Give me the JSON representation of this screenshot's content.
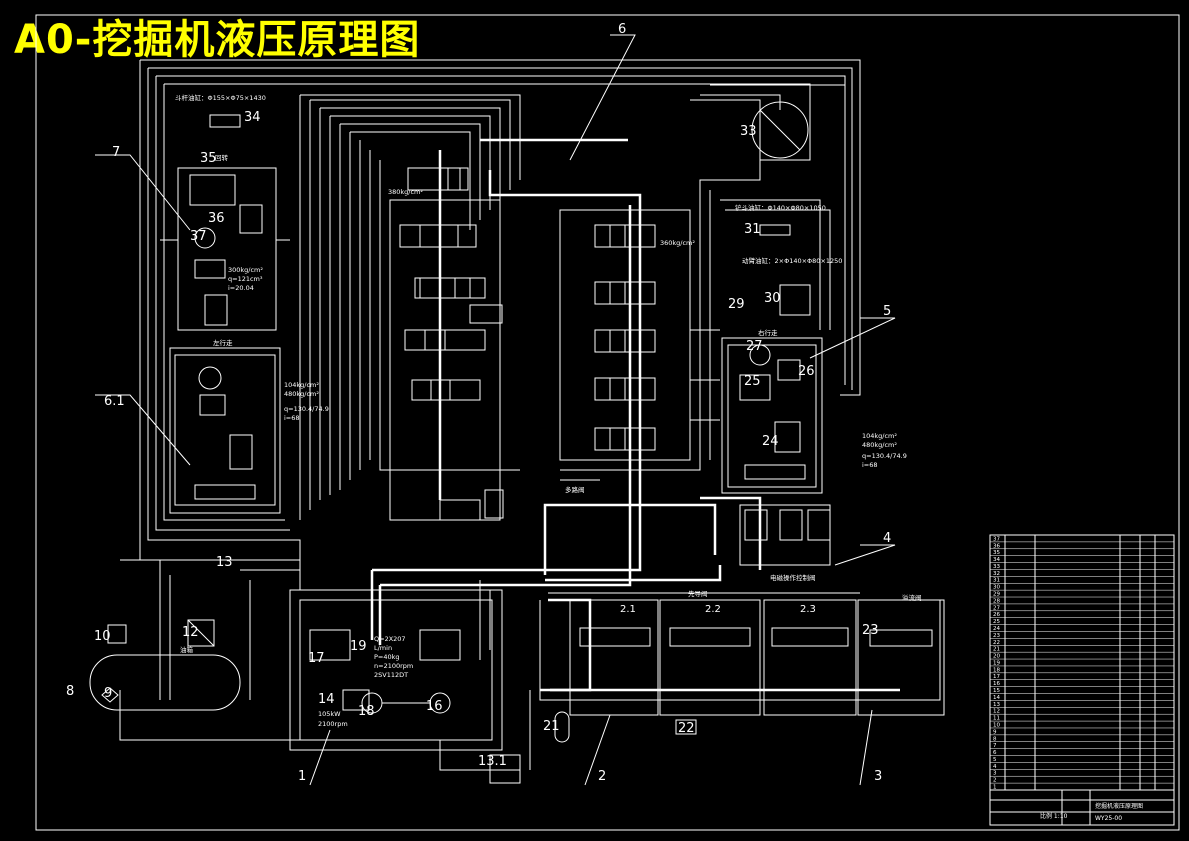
{
  "title": "A0-挖掘机液压原理图",
  "colors": {
    "background": "#000000",
    "lines": "#ffffff",
    "title": "#ffff00"
  },
  "callouts": [
    "1",
    "2",
    "3",
    "4",
    "5",
    "6",
    "7",
    "6.1"
  ],
  "components": [
    "8",
    "9",
    "10",
    "12",
    "13",
    "13.1",
    "14",
    "16",
    "17",
    "18",
    "19",
    "21",
    "22",
    "23",
    "24",
    "25",
    "26",
    "27",
    "29",
    "30",
    "31",
    "33",
    "34",
    "35",
    "36",
    "37"
  ],
  "annotations": {
    "bucket_cyl": "斗杆油缸：Φ155×Φ75×1430",
    "bucket2_cyl": "铲斗油缸：Φ140×Φ80×1050",
    "boom_cyl": "动臂油缸：2×Φ140×Φ80×1250",
    "motor_spec": [
      "300kg/cm²",
      "q=121cm³",
      "i=20.04"
    ],
    "travel_spec": [
      "104kg/cm²",
      "480kg/cm²",
      "q=130.4/74.9",
      "i=68"
    ],
    "pump_spec": [
      "Q=2X207",
      "L/min",
      "P=40kg",
      "n=2100rpm",
      "2SV112DT"
    ],
    "engine_spec": [
      "105kW",
      "2100rpm"
    ],
    "labels": {
      "tank": "油箱",
      "valve": "多路阀",
      "left_motor": "左行走",
      "right_motor": "右行走",
      "swing": "回转",
      "valve_block": "先导阀",
      "pilot_group": "电磁操作控制阀",
      "group_names": [
        "2.1",
        "2.2",
        "2.3"
      ],
      "main_relief": "溢流阀",
      "pressure_opts": [
        "380kg/cm²",
        "360kg/cm²"
      ]
    }
  },
  "parts_table": {
    "rows": [
      "37",
      "36",
      "35",
      "34",
      "33",
      "32",
      "31",
      "30",
      "29",
      "28",
      "27",
      "26",
      "25",
      "24",
      "23",
      "22",
      "21",
      "20",
      "19",
      "18",
      "17",
      "16",
      "15",
      "14",
      "13",
      "12",
      "11",
      "10",
      "9",
      "8",
      "7",
      "6",
      "5",
      "4",
      "3",
      "2",
      "1"
    ],
    "footer": [
      "比例 1:10",
      "挖掘机液压原理图",
      "WY25-00"
    ]
  }
}
